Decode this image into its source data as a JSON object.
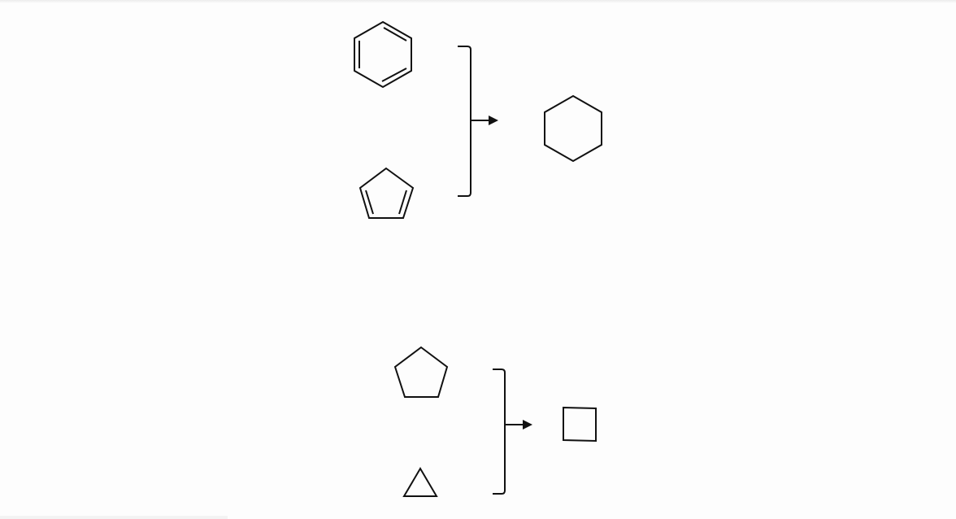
{
  "diagram": {
    "reactions": [
      {
        "reactants": [
          "benzene-ring",
          "cyclopentadiene-ring"
        ],
        "product": "cyclohexane-ring"
      },
      {
        "reactants": [
          "cyclopentane-ring",
          "cyclopropane-ring"
        ],
        "product": "cyclobutane-ring"
      }
    ],
    "stroke_color": "#111111",
    "background_color": "#fdfdfd"
  }
}
